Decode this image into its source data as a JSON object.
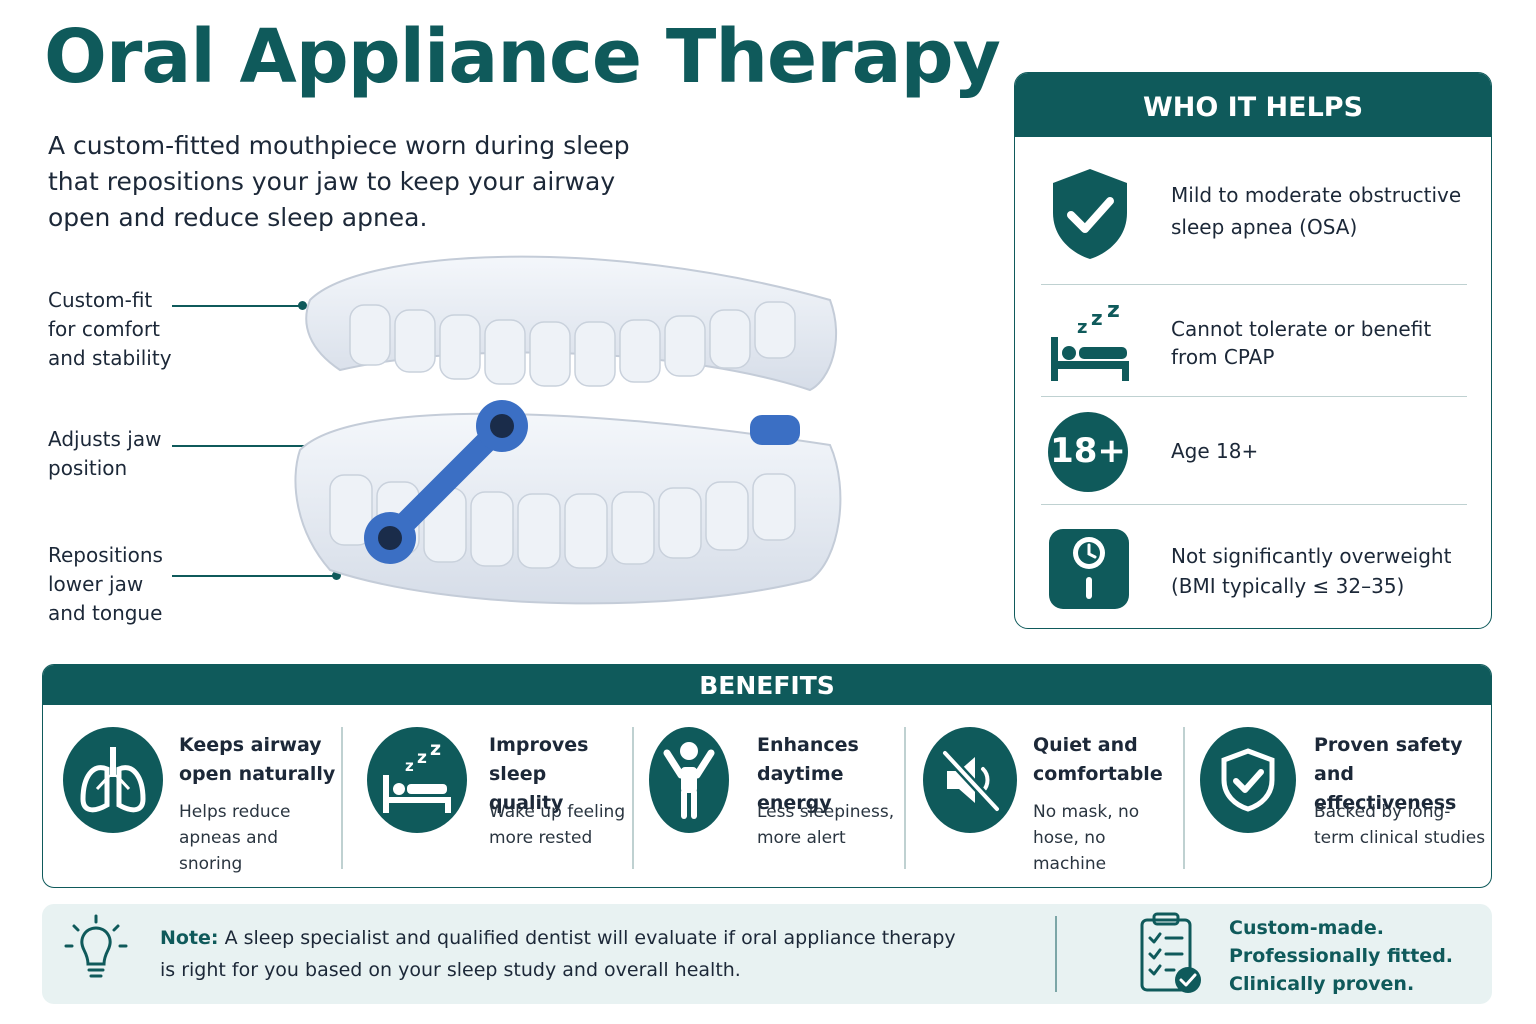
{
  "title": "Oral Appliance Therapy",
  "subtitle": "A custom-fitted mouthpiece worn during sleep that repositions your jaw to keep your airway open and reduce sleep apnea.",
  "callouts": [
    {
      "text": "Custom-fit for comfort and stability"
    },
    {
      "text": "Adjusts jaw position"
    },
    {
      "text": "Repositions lower jaw and tongue"
    }
  ],
  "who_helps": {
    "header": "WHO IT HELPS",
    "items": [
      {
        "icon": "shield-check-icon",
        "text": "Mild to moderate obstructive sleep apnea (OSA)"
      },
      {
        "icon": "sleeping-bed-icon",
        "text": "Cannot tolerate or benefit from CPAP"
      },
      {
        "icon": "age-badge-icon",
        "badge": "18+",
        "text": "Age 18+"
      },
      {
        "icon": "scale-icon",
        "text": "Not significantly overweight (BMI typically ≤ 32–35)"
      }
    ]
  },
  "benefits": {
    "header": "BENEFITS",
    "items": [
      {
        "icon": "lungs-icon",
        "title": "Keeps airway open naturally",
        "desc": "Helps reduce apneas and snoring"
      },
      {
        "icon": "sleeping-bed-icon",
        "title": "Improves sleep quality",
        "desc": "Wake up feeling more rested"
      },
      {
        "icon": "energetic-person-icon",
        "title": "Enhances daytime energy",
        "desc": "Less sleepiness, more alert"
      },
      {
        "icon": "muted-speaker-icon",
        "title": "Quiet and comfortable",
        "desc": "No mask, no hose, no machine"
      },
      {
        "icon": "shield-check-icon",
        "title": "Proven safety and effectiveness",
        "desc": "Backed by long-term clinical studies"
      }
    ]
  },
  "note": {
    "label": "Note:",
    "text": "A sleep specialist and qualified dentist will evaluate if oral appliance therapy is right for you based on your sleep study and overall health.",
    "tagline": [
      "Custom-made.",
      "Professionally fitted.",
      "Clinically proven."
    ]
  },
  "colors": {
    "primary": "#0f5a5b",
    "accent_blue": "#3b6fc4",
    "note_bg": "#e8f2f2"
  }
}
